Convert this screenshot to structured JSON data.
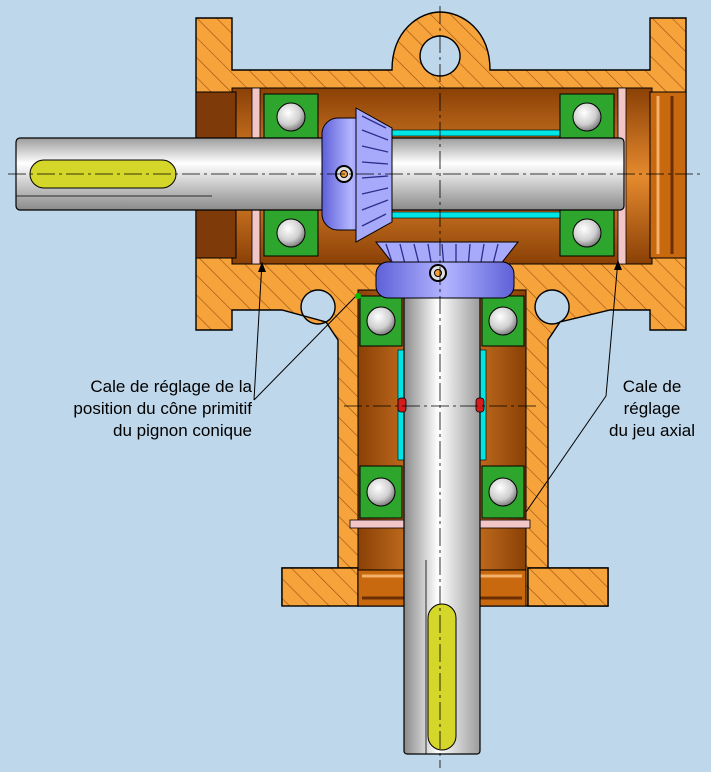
{
  "background_color": "#bfd7ea",
  "colors": {
    "housing": "#f6a33c",
    "hatch": "#9a4f0f",
    "sleeve": "#c8690f",
    "shaft": "#e6e6e6",
    "key": "#d4d62a",
    "gear": "#8d8ff5",
    "bearing_race": "#2ea62e",
    "spacer": "#00e5e5"
  },
  "labels": {
    "left": [
      "Cale de réglage de la",
      "position du cône primitif",
      "du pignon conique"
    ],
    "right": [
      "Cale de",
      "réglage",
      "du jeu axial"
    ]
  }
}
